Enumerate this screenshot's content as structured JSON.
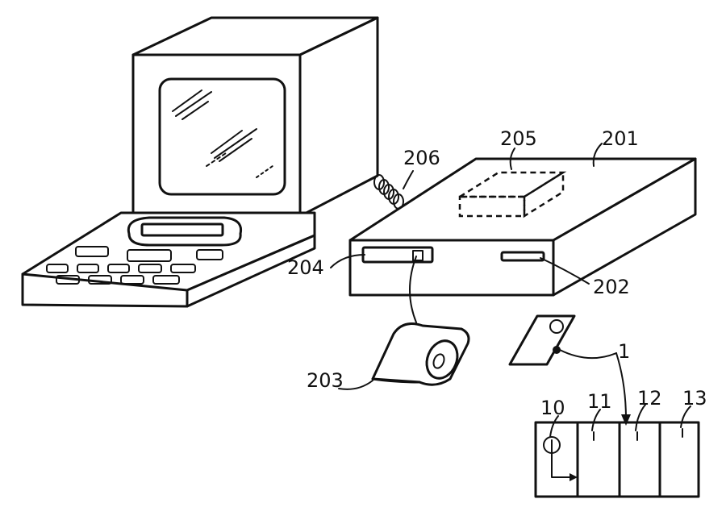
{
  "figure": {
    "labels": {
      "monitor_cable": "206",
      "upper_component": "205",
      "main_unit": "201",
      "left_slot": "204",
      "right_slot": "202",
      "tape_cartridge": "203",
      "card_reference": "1",
      "module_10": "10",
      "module_11": "11",
      "module_12": "12",
      "module_13": "13"
    }
  }
}
